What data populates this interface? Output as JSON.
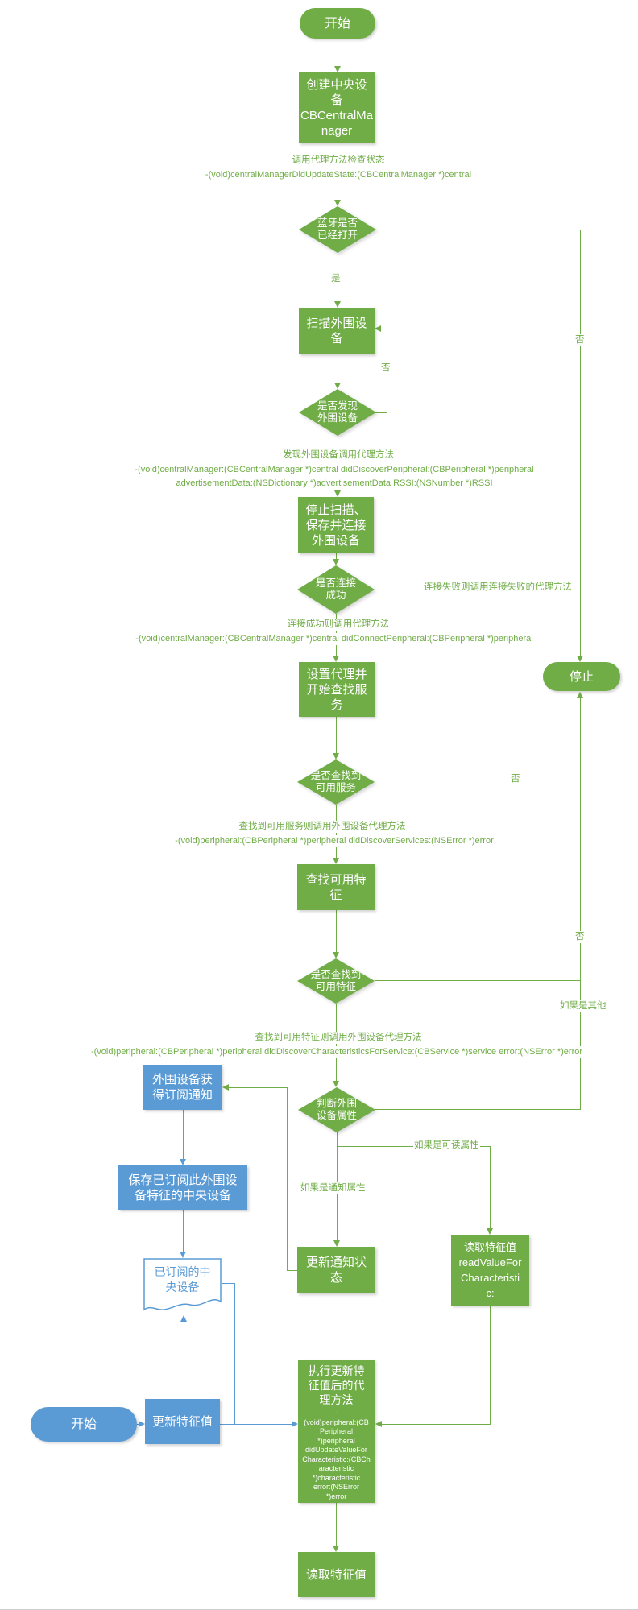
{
  "colors": {
    "green": "#70AD47",
    "blue": "#5B9BD5",
    "background": "#FFFFFF"
  },
  "nodes": {
    "start_top": "开始",
    "create_central": "创建中央设\n备\nCBCentralMa\nnager",
    "bt_open": "蓝牙是否\n已经打开",
    "scan": "扫描外围设\n备",
    "found_peripheral": "是否发现\n外围设备",
    "stop_save_connect": "停止扫描、\n保存并连接\n外围设备",
    "connect_ok": "是否连接\n成功",
    "stop": "停止",
    "set_delegate": "设置代理并\n开始查找服\n务",
    "service_found": "是否查找到\n可用服务",
    "find_characteristic": "查找可用特\n征",
    "characteristic_found": "是否查找到\n可用特征",
    "judge_property": "判断外围\n设备属性",
    "update_notify_state": "更新通知状\n态",
    "read_value_for": "读取特征值\nreadValueFor\nCharacteristi\nc:",
    "exec_update_title": "执行更新特\n征值后的代\n理方法",
    "exec_update_method": "-\n(void)peripheral:(CB\nPeripheral\n*)peripheral\ndidUpdateValueFor\nCharacteristic:(CBCh\naracteristic\n*)characteristic\nerror:(NSError\n*)error",
    "read_characteristic": "读取特征值",
    "peripheral_notified": "外围设备获\n得订阅通知",
    "save_central": "保存已订阅此外围设\n备特征的中央设备",
    "subscribed_central": "已订阅的中\n央设备",
    "start_bottom": "开始",
    "update_characteristic": "更新特征值"
  },
  "edge_labels": {
    "yes": "是",
    "no_bt": "否",
    "no_scan": "否",
    "no_service": "否",
    "no_char": "否",
    "connect_fail": "连接失败则调用连接失败的代理方法",
    "if_other": "如果是其他",
    "if_readable": "如果是可读属性",
    "if_notify": "如果是通知属性"
  },
  "annotations": {
    "m1a": "调用代理方法检查状态",
    "m1b": "-(void)centralManagerDidUpdateState:(CBCentralManager *)central",
    "m2a": "发现外围设备调用代理方法",
    "m2b": "-(void)centralManager:(CBCentralManager *)central didDiscoverPeripheral:(CBPeripheral *)peripheral",
    "m2c": "advertisementData:(NSDictionary *)advertisementData RSSI:(NSNumber *)RSSI",
    "m3a": "连接成功则调用代理方法",
    "m3b": "-(void)centralManager:(CBCentralManager *)central didConnectPeripheral:(CBPeripheral *)peripheral",
    "m4a": "查找到可用服务则调用外围设备代理方法",
    "m4b": "-(void)peripheral:(CBPeripheral *)peripheral didDiscoverServices:(NSError *)error",
    "m5a": "查找到可用特征则调用外围设备代理方法",
    "m5b": "-(void)peripheral:(CBPeripheral *)peripheral didDiscoverCharacteristicsForService:(CBService *)service error:(NSError *)error"
  }
}
